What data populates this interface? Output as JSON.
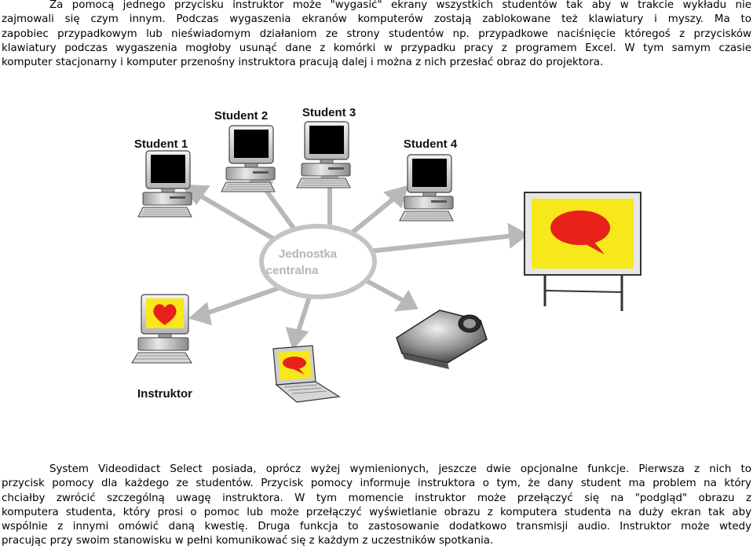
{
  "paragraph1": {
    "lines": [
      "Za pomocą jednego przycisku instruktor może \"wygasić\" ekrany wszystkich studentów tak aby w trakcie wykładu nie",
      "zajmowali się czym innym. Podczas wygaszenia ekranów komputerów zostają zablokowane też klawiatury i myszy. Ma to",
      "zapobiec przypadkowym lub nieświadomym działaniom ze strony studentów np. przypadkowe naciśnięcie któregoś z przycisków",
      "klawiatury podczas wygaszenia mogłoby usunąć dane z komórki w przypadku pracy z programem Excel. W tym samym czasie",
      "komputer stacjonarny i komputer przenośny instruktora pracują dalej i można z nich przesłać obraz do projektora."
    ]
  },
  "figure": {
    "student1": "Student 1",
    "student2": "Student 2",
    "student3": "Student 3",
    "student4": "Student 4",
    "center_line1": "Jednostka",
    "center_line2": "centralna",
    "instructor": "Instruktor",
    "colors": {
      "screen_on": "#f6e81a",
      "bubble": "#e8211b",
      "screen_off": "#000000"
    }
  },
  "paragraph2": {
    "lines": [
      "System Videodidact Select posiada, oprócz wyżej wymienionych, jeszcze dwie opcjonalne funkcje. Pierwsza z nich to",
      "przycisk pomocy dla każdego ze studentów. Przycisk pomocy informuje instruktora o tym, że dany student ma problem na który",
      "chciałby zwrócić szczególną uwagę instruktora. W tym momencie instruktor może przełączyć się na \"podgląd\" obrazu z",
      "komputera studenta, który prosi o pomoc lub może przełączyć wyświetlanie obrazu z komputera studenta na duży ekran tak aby",
      "wspólnie z innymi omówić daną kwestię. Druga funkcja to zastosowanie dodatkowo transmisji audio. Instruktor może wtedy",
      "pracując przy swoim stanowisku w pełni komunikować się z każdym z uczestników spotkania."
    ]
  }
}
